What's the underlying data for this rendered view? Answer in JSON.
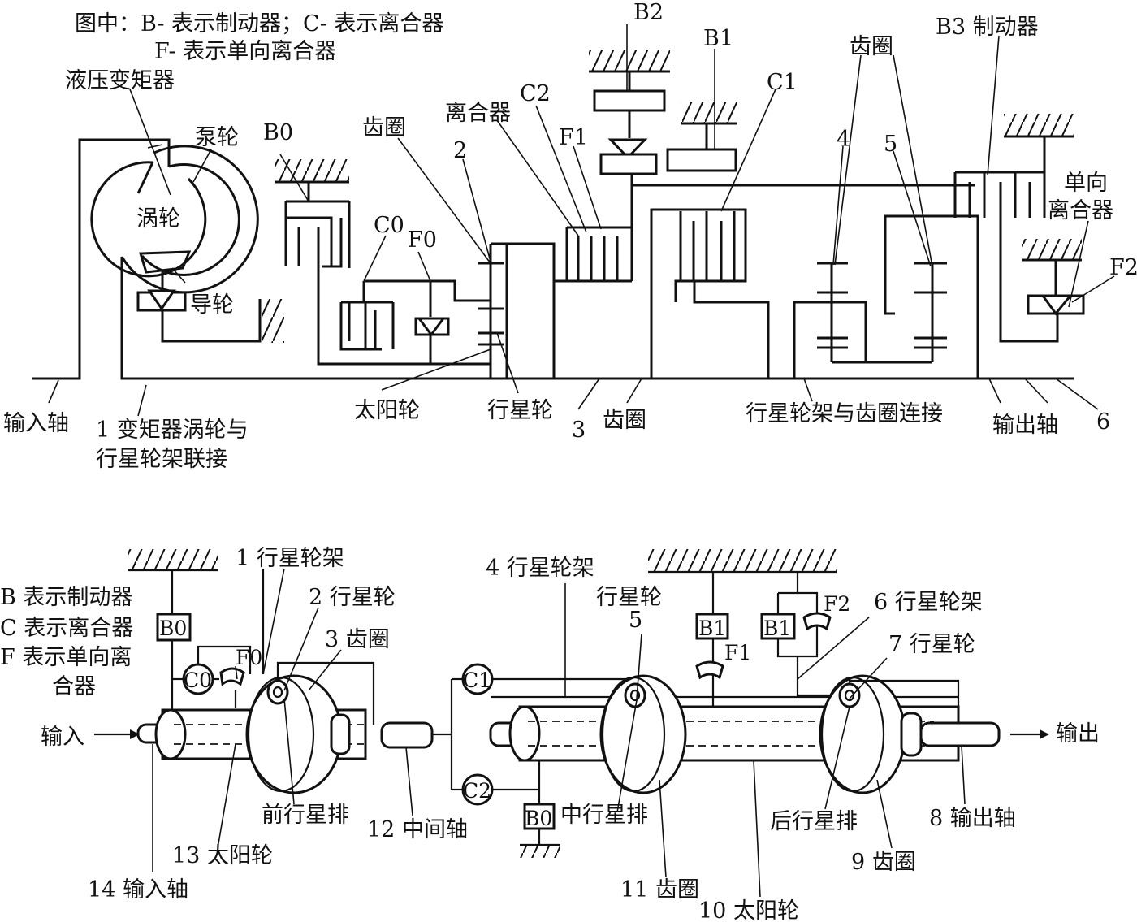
{
  "top": {
    "legend_line1": "图中：B- 表示制动器；C- 表示离合器",
    "legend_line2": "F- 表示单向离合器",
    "torque_converter": "液压变矩器",
    "pump": "泵轮",
    "turbine": "涡轮",
    "stator": "导轮",
    "input_shaft": "输入轴",
    "note1_line1": "1 变矩器涡轮与",
    "note1_line2": "行星轮架联接",
    "b0": "B0",
    "c0": "C0",
    "f0": "F0",
    "ring_gear_left": "齿圈",
    "num2": "2",
    "sun_gear": "太阳轮",
    "planet_gear": "行星轮",
    "num3": "3",
    "ring_gear_3": "齿圈",
    "clutch": "离合器",
    "c2": "C2",
    "f1": "F1",
    "b2": "B2",
    "b1": "B1",
    "c1": "C1",
    "ring_gear_top": "齿圈",
    "num4": "4",
    "num5": "5",
    "b3_brake": "B3 制动器",
    "oneway_line1": "单向",
    "oneway_line2": "离合器",
    "f2": "F2",
    "carrier_ring_conn": "行星轮架与齿圈连接",
    "output_shaft": "输出轴",
    "num6": "6"
  },
  "bottom": {
    "legend_b": "B 表示制动器",
    "legend_c": "C 表示离合器",
    "legend_f1": "F 表示单向离",
    "legend_f2": "合器",
    "input": "输入",
    "output": "输出",
    "b0": "B0",
    "c0": "C0",
    "f0": "F0",
    "c1": "C1",
    "c2": "C2",
    "b0_lower": "B0",
    "b1_left": "B1",
    "b1_right": "B1",
    "f1": "F1",
    "f2": "F2",
    "l1": "1 行星轮架",
    "l2": "2 行星轮",
    "l3": "3 齿圈",
    "l4": "4 行星轮架",
    "l5_line1": "行星轮",
    "l5_line2": "5",
    "l6": "6 行星轮架",
    "l7": "7 行星轮",
    "l8": "8 输出轴",
    "l9": "9 齿圈",
    "l10": "10 太阳轮",
    "l11": "11 齿圈",
    "l12": "12 中间轴",
    "l13": "13 太阳轮",
    "l14": "14 输入轴",
    "front_set": "前行星排",
    "middle_set": "中行星排",
    "rear_set": "后行星排"
  }
}
